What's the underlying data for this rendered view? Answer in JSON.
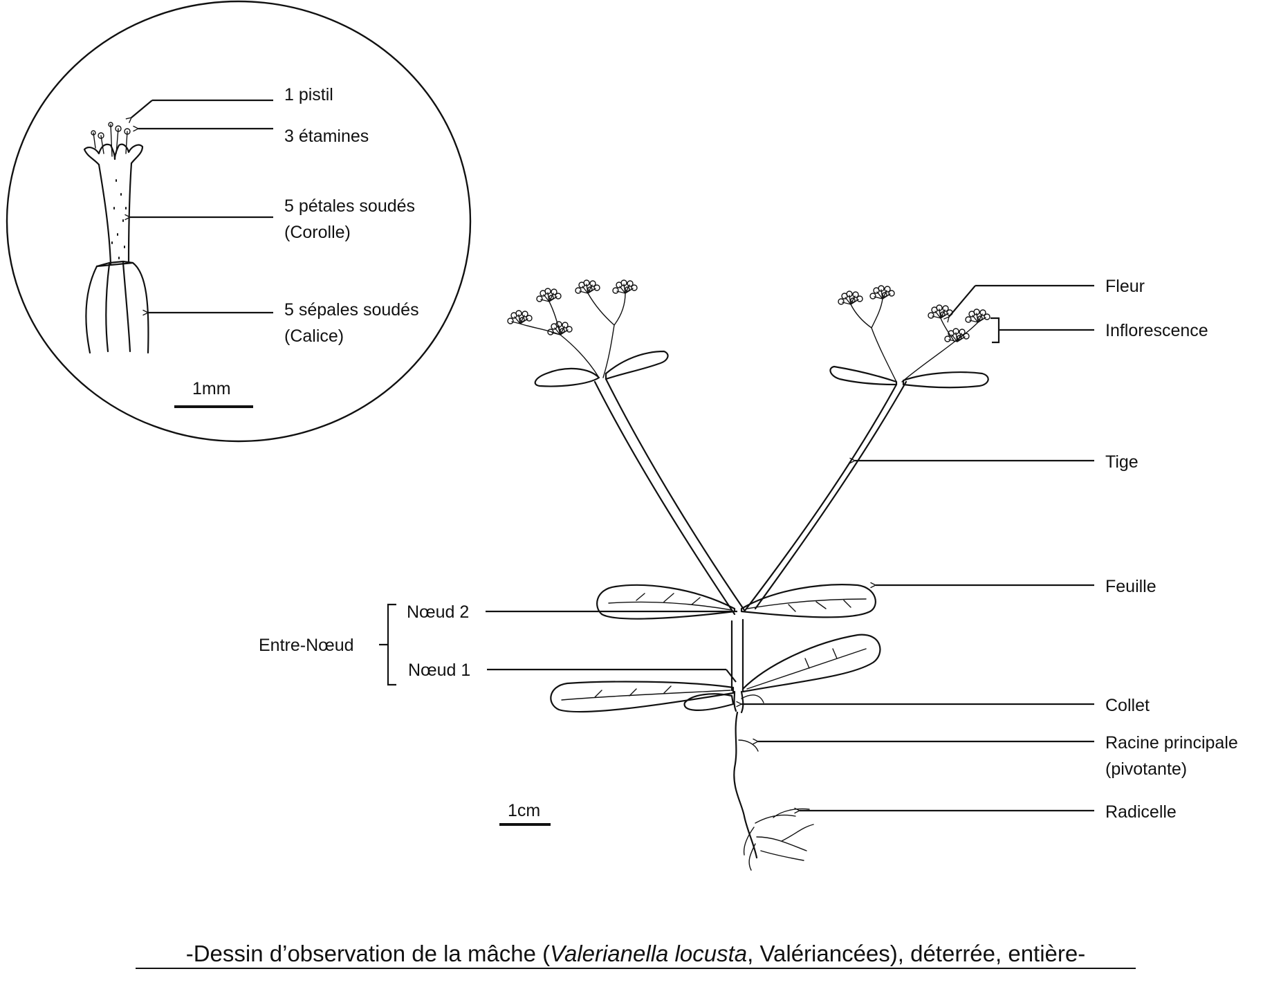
{
  "inset": {
    "labels": {
      "pistil": "1 pistil",
      "etamines": "3 étamines",
      "petales_1": "5 pétales soudés",
      "petales_2": "(Corolle)",
      "sepales_1": "5 sépales soudés",
      "sepales_2": "(Calice)"
    },
    "scale": "1mm"
  },
  "plant": {
    "labels": {
      "fleur": "Fleur",
      "inflorescence": "Inflorescence",
      "tige": "Tige",
      "feuille": "Feuille",
      "noeud2": "Nœud 2",
      "noeud1": "Nœud 1",
      "entre_noeud": "Entre-Nœud",
      "collet": "Collet",
      "racine_1": "Racine principale",
      "racine_2": "(pivotante)",
      "radicelle": "Radicelle"
    },
    "scale": "1cm"
  },
  "caption": {
    "prefix": "-Dessin d’observation de la mâche (",
    "species": "Valerianella locusta",
    "suffix": ", Valériancées), déterrée, entière-"
  }
}
